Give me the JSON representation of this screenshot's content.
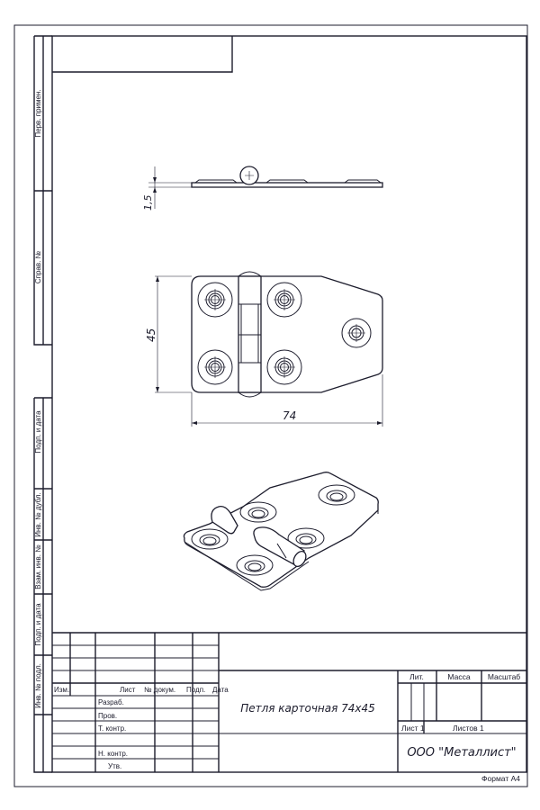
{
  "side_strip": {
    "perv_primen": "Перв. примен.",
    "sprav_no": "Справ. №",
    "podp_data_1": "Подп. и дата",
    "inv_dubl": "Инв. № дубл.",
    "vzam_inv": "Взам. инв. №",
    "podp_data_2": "Подп. и дата",
    "inv_podl": "Инв. № подл."
  },
  "dimensions": {
    "thickness": "1,5",
    "height": "45",
    "length": "74"
  },
  "title_block": {
    "izm": "Изм.",
    "list": "Лист",
    "doc_no": "№ докум.",
    "podp": "Подп.",
    "data": "Дата",
    "razrab": "Разраб.",
    "prov": "Пров.",
    "t_kontr": "Т. контр.",
    "n_kontr": "Н. контр.",
    "utv": "Утв.",
    "lit": "Лит.",
    "massa": "Масса",
    "masshtab": "Масштаб",
    "sheet": "Лист 1",
    "sheets": "Листов 1",
    "part_name": "Петля карточная 74х45",
    "company": "ООО \"Металлист\"",
    "format": "Формат А4"
  }
}
